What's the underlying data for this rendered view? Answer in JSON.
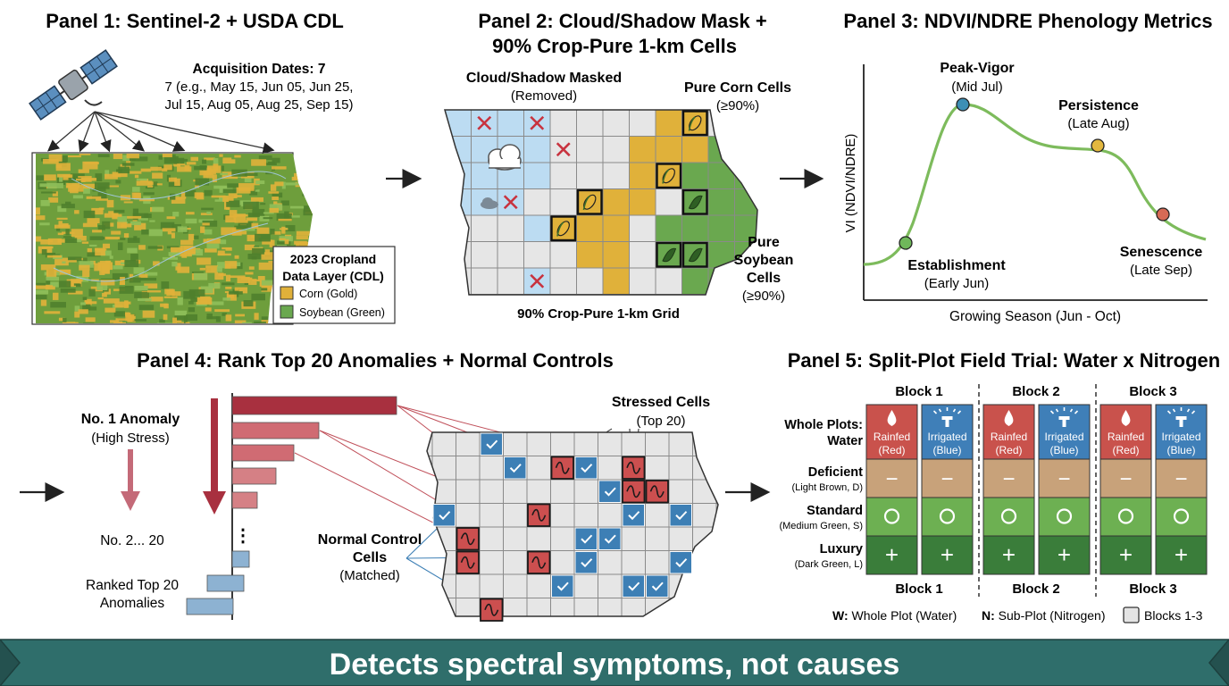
{
  "panel1": {
    "title": "Panel 1: Sentinel-2 + USDA CDL",
    "acq_heading": "Acquisition Dates: 7",
    "acq_line1": "7 (e.g., May 15, Jun 05, Jun 25,",
    "acq_line2": "Jul 15, Aug 05, Aug 25, Sep 15)",
    "legend_title_1": "2023 Cropland",
    "legend_title_2": "Data Layer (CDL)",
    "legend_corn": "Corn (Gold)",
    "legend_soy": "Soybean (Green)"
  },
  "panel2": {
    "title_1": "Panel 2: Cloud/Shadow Mask +",
    "title_2": "90% Crop-Pure 1-km Cells",
    "masked_1": "Cloud/Shadow Masked",
    "masked_2": "(Removed)",
    "corn_1": "Pure Corn Cells",
    "corn_2": "(≥90%)",
    "soy_1": "Pure",
    "soy_2": "Soybean",
    "soy_3": "Cells",
    "soy_4": "(≥90%)",
    "grid_caption": "90% Crop-Pure 1-km Grid"
  },
  "panel3": {
    "title": "Panel 3: NDVI/NDRE Phenology Metrics",
    "ylabel": "VI (NDVI/NDRE)",
    "xlabel": "Growing Season (Jun - Oct)",
    "peak_1": "Peak-Vigor",
    "peak_2": "(Mid Jul)",
    "persist_1": "Persistence",
    "persist_2": "(Late Aug)",
    "estab_1": "Establishment",
    "estab_2": "(Early Jun)",
    "senes_1": "Senescence",
    "senes_2": "(Late Sep)"
  },
  "panel4": {
    "title": "Panel 4: Rank Top 20 Anomalies + Normal Controls",
    "no1_1": "No. 1 Anomaly",
    "no1_2": "(High Stress)",
    "no2": "No. 2... 20",
    "ranked_1": "Ranked Top 20",
    "ranked_2": "Anomalies",
    "stressed_1": "Stressed Cells",
    "stressed_2": "(Top 20)",
    "normal_1": "Normal Control",
    "normal_2": "Cells",
    "normal_3": "(Matched)",
    "dots": "⋮"
  },
  "panel5": {
    "title": "Panel 5: Split-Plot Field Trial: Water x Nitrogen",
    "blocks": [
      "Block 1",
      "Block 2",
      "Block 3"
    ],
    "whole_1": "Whole Plots:",
    "whole_2": "Water",
    "rainfed_1": "Rainfed",
    "rainfed_2": "(Red)",
    "irrigated_1": "Irrigated",
    "irrigated_2": "(Blue)",
    "deficient": "Deficient",
    "deficient_sub": "(Light Brown, D)",
    "standard": "Standard",
    "standard_sub": "(Medium Green, S)",
    "luxury": "Luxury",
    "luxury_sub": "(Dark Green, L)",
    "sym_d": "−",
    "sym_s": "O",
    "sym_l": "+",
    "legend_w_key": "W:",
    "legend_w": " Whole Plot (Water)",
    "legend_n_key": "N:",
    "legend_n": " Sub-Plot (Nitrogen)",
    "legend_b": "Blocks 1-3"
  },
  "banner": "Detects spectral symptoms, not causes",
  "colors": {
    "corn": "#e0b13a",
    "soy": "#6aa84f",
    "cloud": "#bcdcf2",
    "stress": "#cc4f4f",
    "normal": "#3d7fb5",
    "curve": "#7dbb5c",
    "banner": "#2f6e6b",
    "rainfed": "#c9524c",
    "irrigated": "#3f7fb8",
    "deficient": "#c8a27a",
    "standard": "#6db052",
    "luxury": "#3a7d3a"
  }
}
